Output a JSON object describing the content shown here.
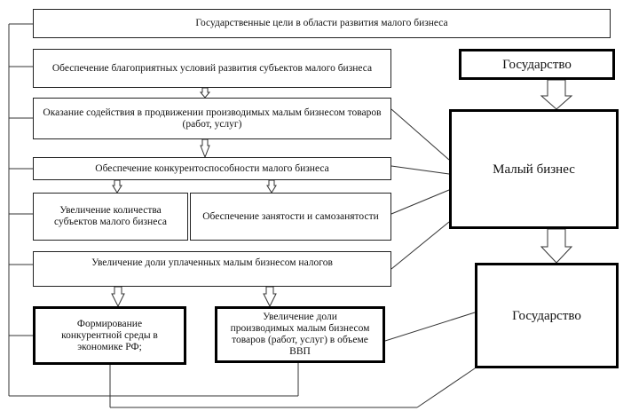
{
  "boxes": {
    "goals_title": "Государственные цели в области развития малого бизнеса",
    "favorable_conditions": "Обеспечение благоприятных условий развития субъектов малого бизнеса",
    "promotion": "Оказание содействия в продвижении производимых  малым бизнесом товаров (работ, услуг)",
    "competitiveness": "Обеспечение конкурентоспособности малого бизнеса",
    "increase_count": "Увеличение количества субъектов малого бизнеса",
    "employment": "Обеспечение занятости и самозанятости",
    "tax_share": "Увеличение доли уплаченных малым бизнесом налогов",
    "competitive_env": "Формирование конкурентной среды в экономике РФ;",
    "gdp_share": "Увеличение доли производимых малым бизнесом товаров (работ, услуг) в объеме ВВП",
    "state_top": "Государство",
    "small_business": "Малый бизнес",
    "state_bottom": "Государство"
  }
}
